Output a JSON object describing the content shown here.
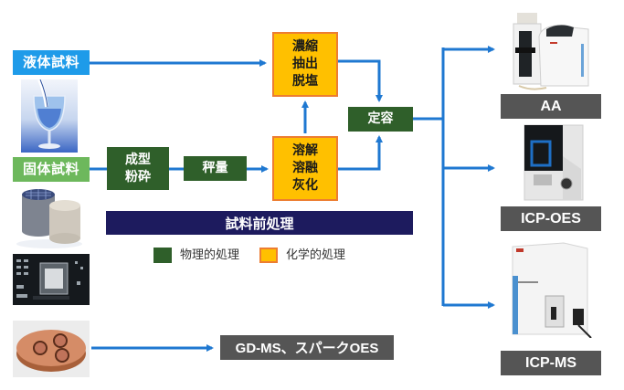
{
  "samples": {
    "liquid": {
      "label": "液体試料",
      "color": "#1e9be9",
      "image": "water-glass-icon"
    },
    "solid": {
      "label": "固体試料",
      "color": "#6db85c",
      "images": [
        "ceramic-filter-icon",
        "circuit-board-icon",
        "copper-disc-icon"
      ]
    }
  },
  "physical_steps": [
    {
      "lines": [
        "成型",
        "粉砕"
      ]
    },
    {
      "lines": [
        "秤量"
      ]
    }
  ],
  "chemical_steps": {
    "concentration": {
      "lines": [
        "濃縮",
        "抽出",
        "脱塩"
      ]
    },
    "dissolution": {
      "lines": [
        "溶解",
        "溶融",
        "灰化"
      ]
    }
  },
  "volume_fix": {
    "label": "定容"
  },
  "pretreatment_banner": {
    "label": "試料前処理",
    "color": "#1d1b5e"
  },
  "legend": [
    {
      "label": "物理的処理",
      "color": "#2f5f2a"
    },
    {
      "label": "化学的処理",
      "color": "#ffc000"
    }
  ],
  "direct_method": {
    "label": "GD-MS、スパークOES"
  },
  "instruments": [
    {
      "label": "AA",
      "image": "aa-spectrometer-icon"
    },
    {
      "label": "ICP-OES",
      "image": "icp-oes-instrument-icon"
    },
    {
      "label": "ICP-MS",
      "image": "icp-ms-instrument-icon"
    }
  ],
  "colors": {
    "arrow": "#1f78d1",
    "instrument_label": "#555555",
    "orange_border": "#ed7d31"
  }
}
